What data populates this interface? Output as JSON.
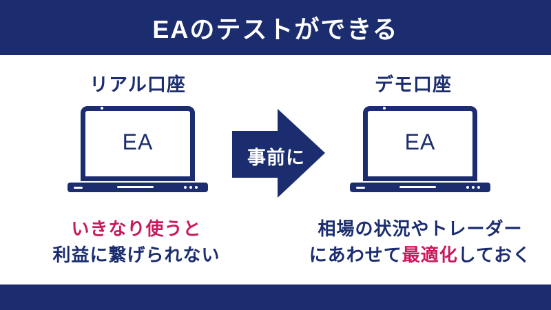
{
  "colors": {
    "navy": "#1b2d6f",
    "pink": "#c9195e",
    "white": "#ffffff"
  },
  "header": {
    "title": "EAのテストができる"
  },
  "left": {
    "label": "リアル口座",
    "screen_text": "EA",
    "caption_line1": "いきなり使うと",
    "caption_line2": "利益に繋げられない"
  },
  "arrow": {
    "label": "事前に"
  },
  "right": {
    "label": "デモ口座",
    "screen_text": "EA",
    "caption_line1": "相場の状況やトレーダー",
    "caption_line2_pre": "にあわせて",
    "caption_line2_highlight": "最適化",
    "caption_line2_post": "しておく"
  }
}
